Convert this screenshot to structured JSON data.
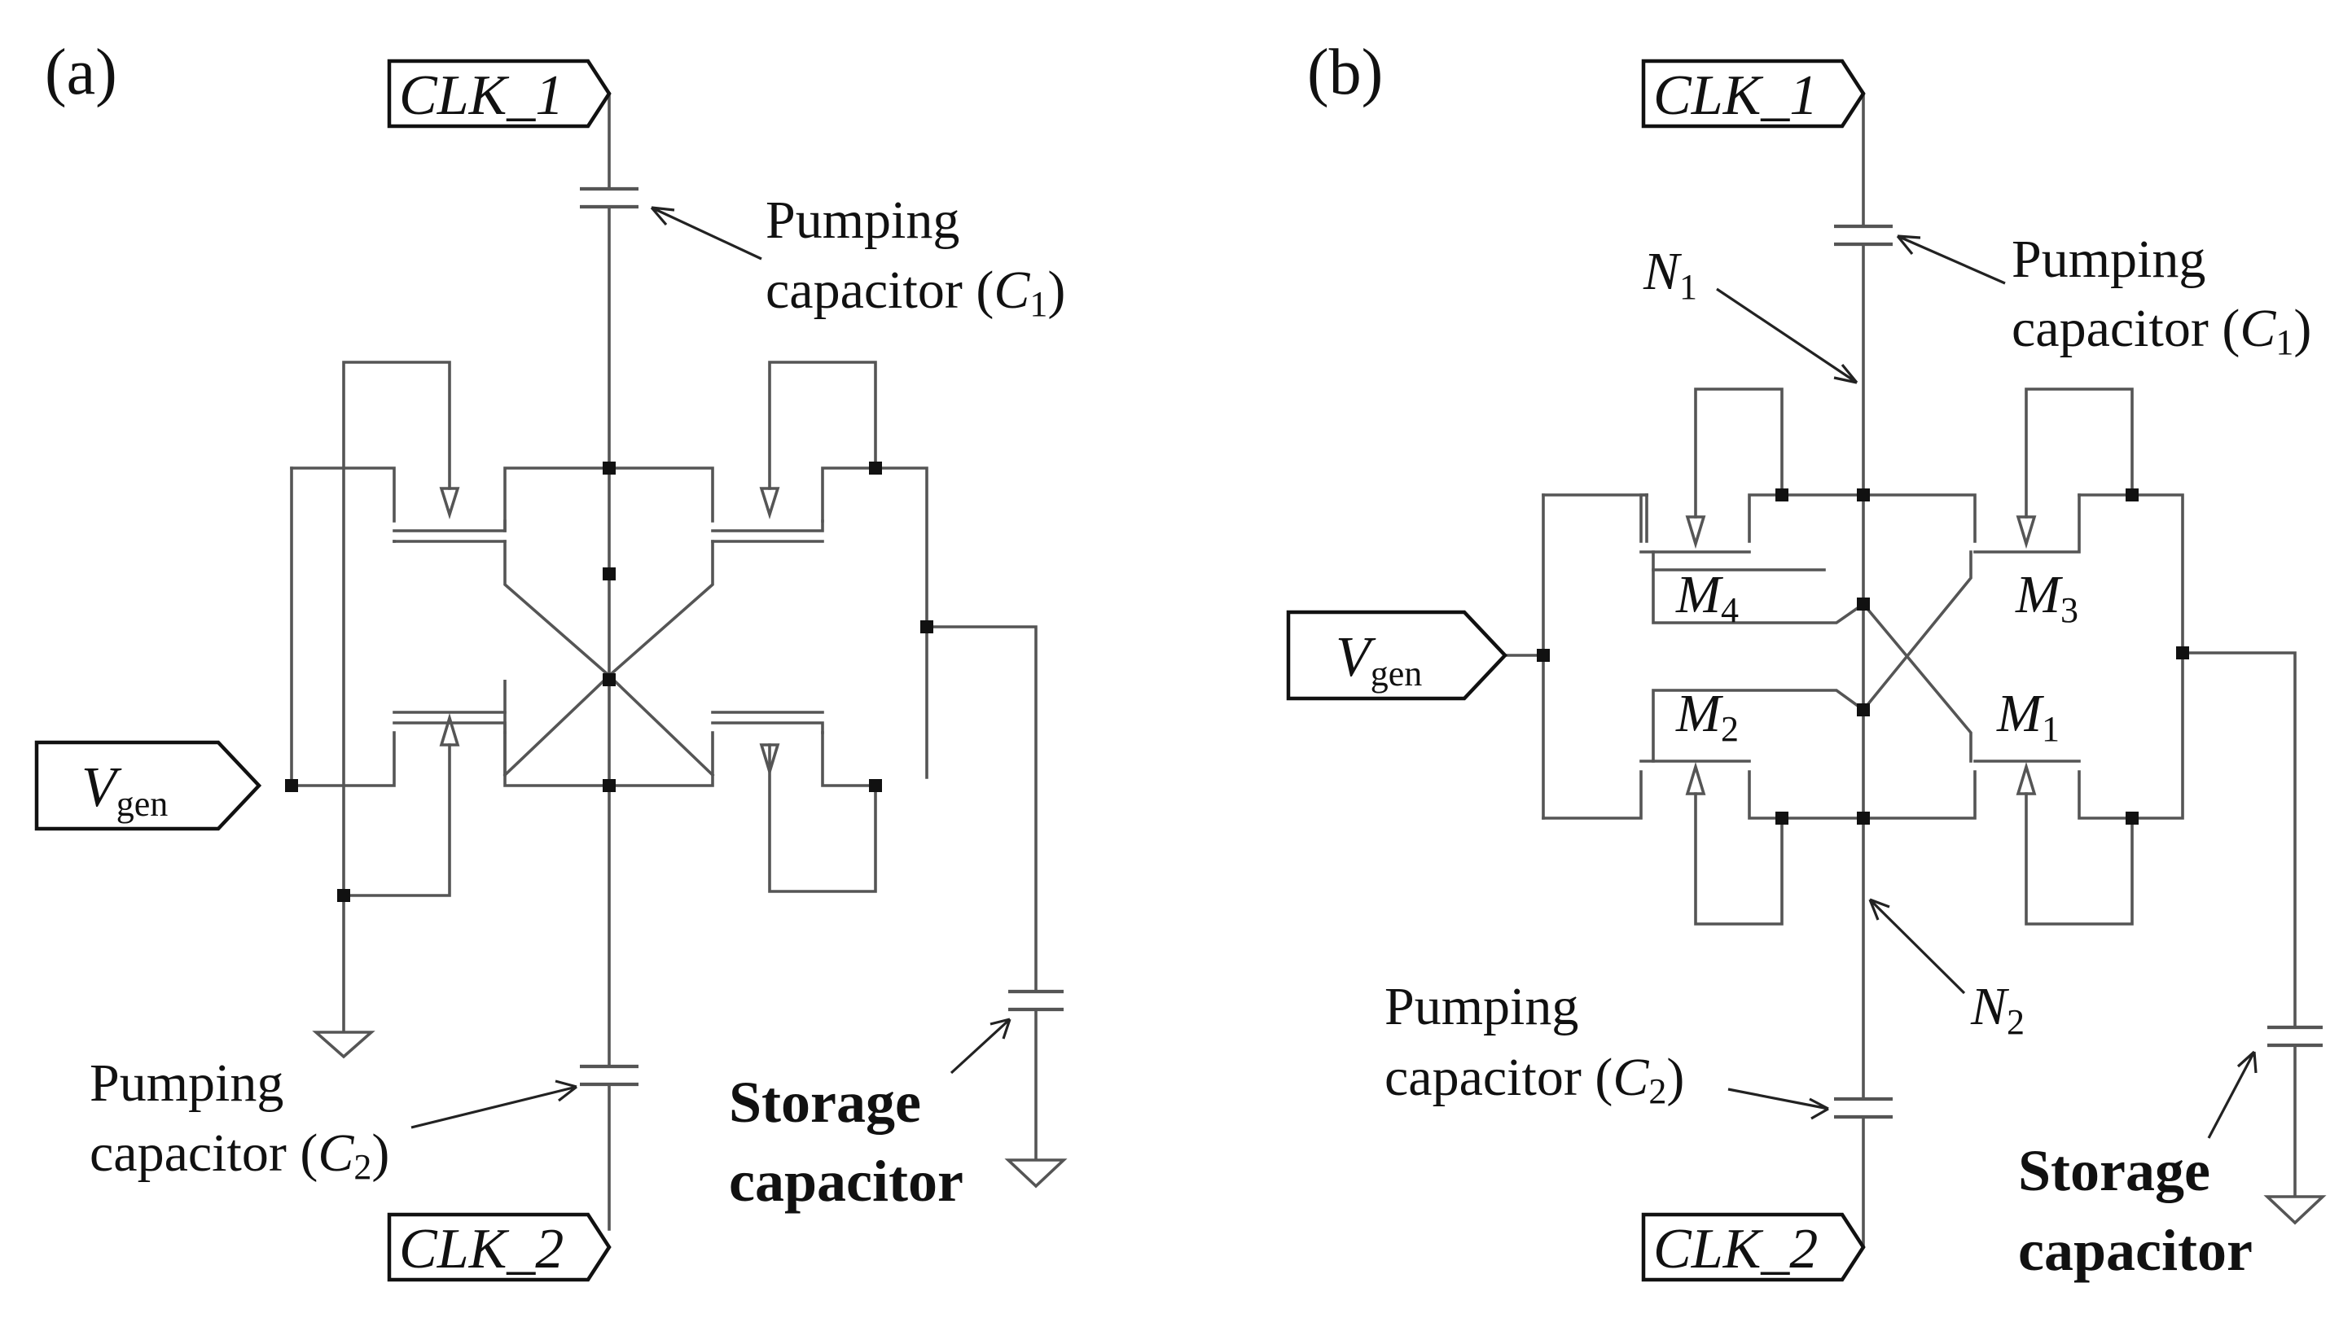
{
  "panel_a": {
    "label": "(a)",
    "clk1": "CLK_1",
    "clk2": "CLK_2",
    "vgen": {
      "main": "V",
      "sub": "gen"
    },
    "pump1": {
      "line1": "Pumping",
      "line2_pre": "capacitor (",
      "sym": "C",
      "sub": "1",
      "close": ")"
    },
    "pump2": {
      "line1": "Pumping",
      "line2_pre": "capacitor (",
      "sym": "C",
      "sub": "2",
      "close": ")"
    },
    "storage": {
      "line1": "Storage",
      "line2": "capacitor"
    }
  },
  "panel_b": {
    "label": "(b)",
    "clk1": "CLK_1",
    "clk2": "CLK_2",
    "vgen": {
      "main": "V",
      "sub": "gen"
    },
    "pump1": {
      "line1": "Pumping",
      "line2_pre": "capacitor (",
      "sym": "C",
      "sub": "1",
      "close": ")"
    },
    "pump2": {
      "line1": "Pumping",
      "line2_pre": "capacitor (",
      "sym": "C",
      "sub": "2",
      "close": ")"
    },
    "storage": {
      "line1": "Storage",
      "line2": "capacitor"
    },
    "n1": {
      "sym": "N",
      "sub": "1"
    },
    "n2": {
      "sym": "N",
      "sub": "2"
    },
    "m1": {
      "sym": "M",
      "sub": "1"
    },
    "m2": {
      "sym": "M",
      "sub": "2"
    },
    "m3": {
      "sym": "M",
      "sub": "3"
    },
    "m4": {
      "sym": "M",
      "sub": "4"
    }
  },
  "colors": {
    "wire": "#555555",
    "text": "#111111",
    "background": "#ffffff"
  }
}
